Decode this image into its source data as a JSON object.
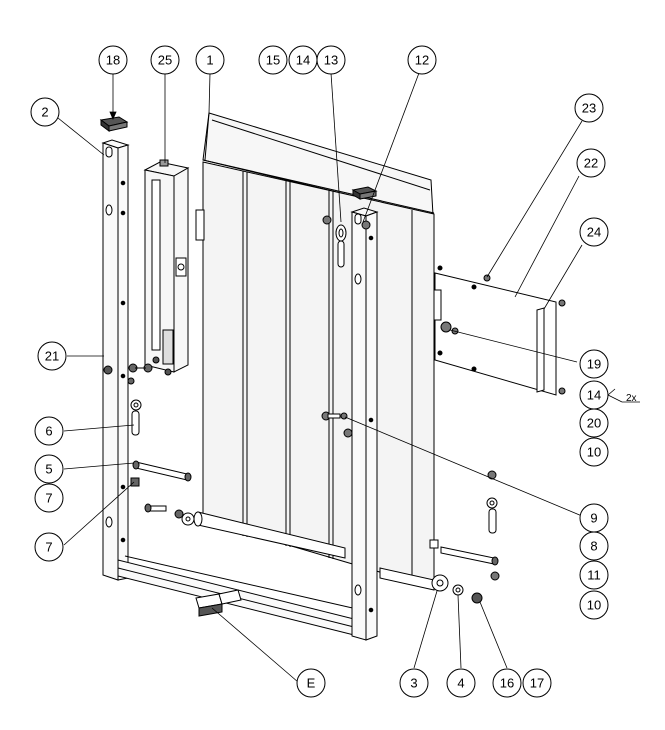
{
  "callouts": {
    "c18": "18",
    "c25": "25",
    "c1": "1",
    "c15": "15",
    "c14top": "14",
    "c13": "13",
    "c12": "12",
    "c23": "23",
    "c22": "22",
    "c24": "24",
    "c2": "2",
    "c21": "21",
    "c6": "6",
    "c5": "5",
    "c7a": "7",
    "c7b": "7",
    "c19": "19",
    "c14r": "14",
    "c20": "20",
    "c10a": "10",
    "c9": "9",
    "c8": "8",
    "c11": "11",
    "c10b": "10",
    "cE": "E",
    "c3": "3",
    "c4": "4",
    "c16": "16",
    "c17": "17"
  },
  "note_2x": "2x",
  "colors": {
    "line": "#000000",
    "panel": "#f4f4f4",
    "slat": "#e6e6e6",
    "dark": "#333333"
  }
}
